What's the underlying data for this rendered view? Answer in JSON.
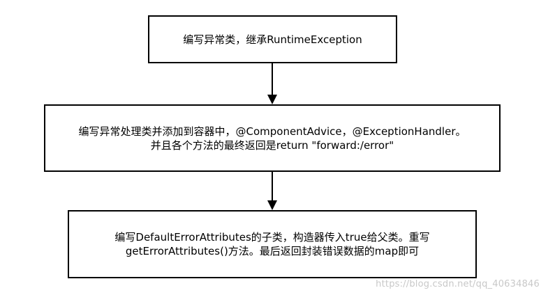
{
  "diagram": {
    "steps": [
      {
        "text": "编写异常类，继承RuntimeException"
      },
      {
        "text": "编写异常处理类并添加到容器中，@ComponentAdvice，@ExceptionHandler。\n并且各个方法的最终返回是return \"forward:/error\""
      },
      {
        "text": "编写DefaultErrorAttributes的子类，构造器传入true给父类。重写\ngetErrorAttributes()方法。最后返回封装错误数据的map即可"
      }
    ]
  },
  "watermark": "https://blog.csdn.net/qq_40634846"
}
